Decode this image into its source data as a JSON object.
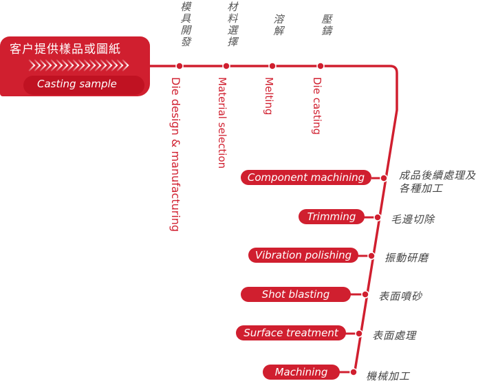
{
  "start": {
    "title": "客户提供樣品或圖紙",
    "subtitle": "Casting sample"
  },
  "top_steps": [
    {
      "cn": "模具開發",
      "en": "Die design & manufacturing"
    },
    {
      "cn": "材料選擇",
      "en": "Material selection"
    },
    {
      "cn": "溶解",
      "en": "Melting"
    },
    {
      "cn": "壓鑄",
      "en": "Die casting"
    }
  ],
  "side_steps": [
    {
      "en": "Component machining",
      "cn": "成品後續處理及各種加工"
    },
    {
      "en": "Trimming",
      "cn": "毛邊切除"
    },
    {
      "en": "Vibration polishing",
      "cn": "振動研磨"
    },
    {
      "en": "Shot blasting",
      "cn": "表面噴砂"
    },
    {
      "en": "Surface treatment",
      "cn": "表面處理"
    },
    {
      "en": "Machining",
      "cn": "機械加工"
    }
  ],
  "colors": {
    "accent": "#d01f2f",
    "text": "#444444"
  }
}
